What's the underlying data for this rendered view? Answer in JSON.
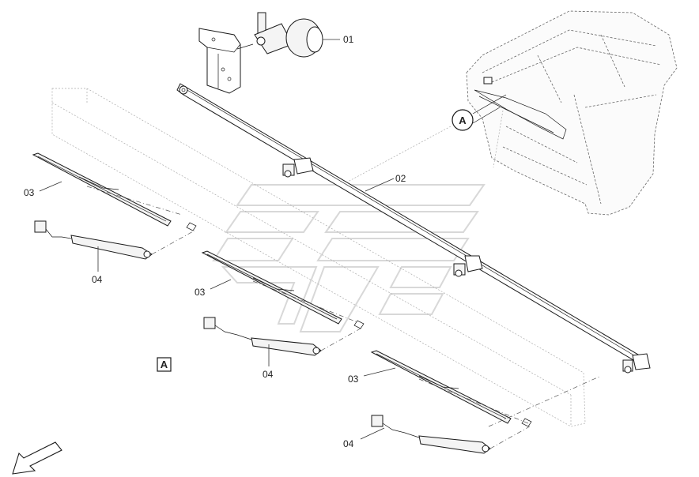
{
  "callouts": {
    "motor": "01",
    "linkage": "02",
    "blade": "03",
    "arm": "04"
  },
  "view": {
    "letter": "A"
  },
  "colors": {
    "line": "#1a1a1a",
    "ghost": "#aaaaaa",
    "watermark": "#d8d8d8"
  },
  "icons": {
    "direction": "arrow-down-left-icon",
    "view_marker": "circle-letter-icon",
    "view_box": "square-letter-icon"
  }
}
